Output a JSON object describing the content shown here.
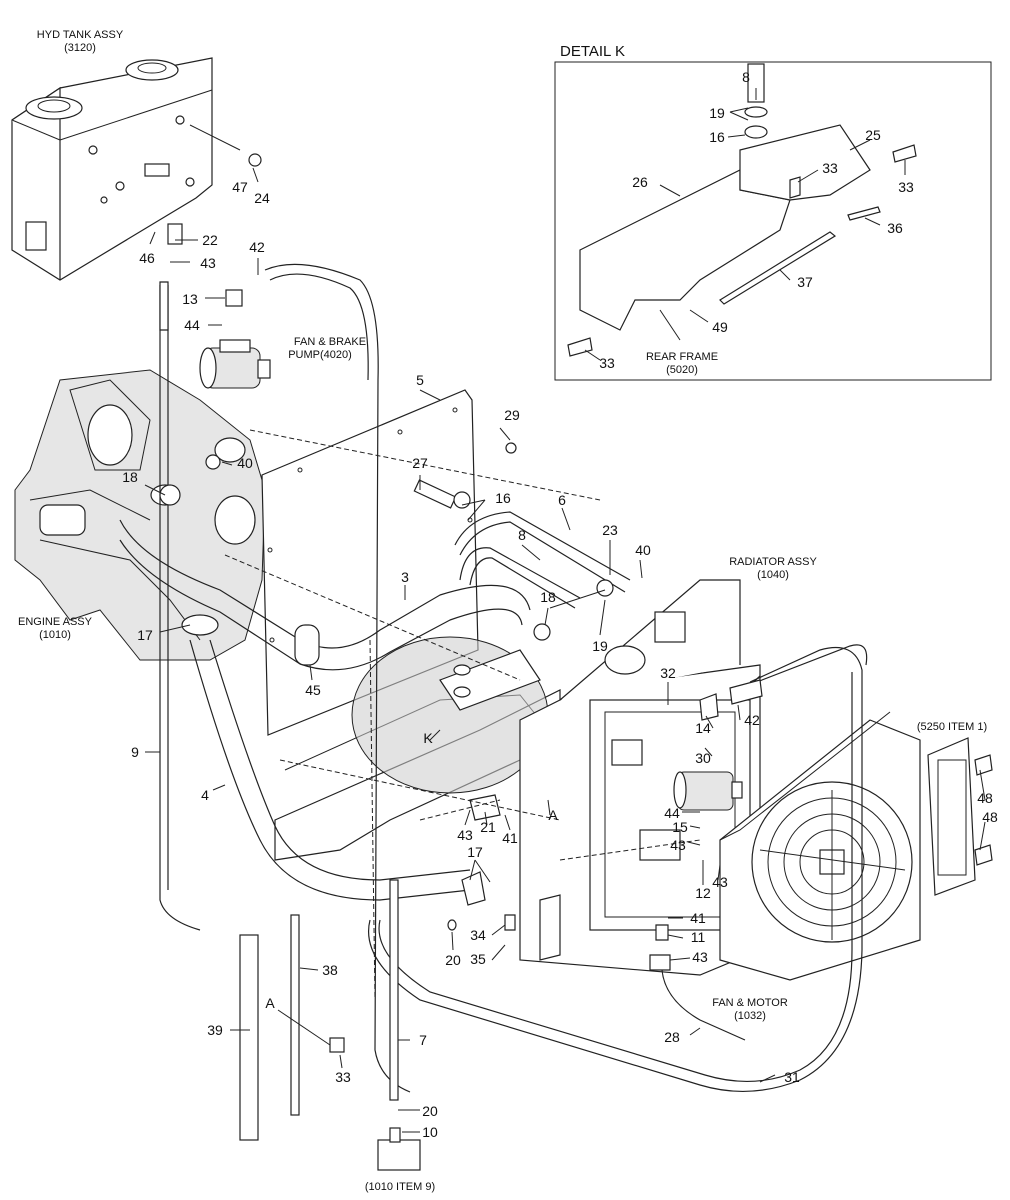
{
  "assemblies": {
    "hyd_tank_title": "HYD TANK ASSY",
    "hyd_tank_code": "(3120)",
    "fan_brake_pump_line1": "FAN & BRAKE",
    "fan_brake_pump_line2": "PUMP(4020)",
    "engine_title": "ENGINE ASSY",
    "engine_code": "(1010)",
    "radiator_title": "RADIATOR ASSY",
    "radiator_code": "(1040)",
    "item5250": "(5250 ITEM 1)",
    "fan_motor_title": "FAN & MOTOR",
    "fan_motor_code": "(1032)",
    "item1010": "(1010 ITEM 9)",
    "rear_frame_title": "REAR FRAME",
    "rear_frame_code": "(5020)",
    "detail_k": "DETAIL K"
  },
  "callouts": {
    "c47": "47",
    "c24": "24",
    "c22": "22",
    "c46": "46",
    "c43a": "43",
    "c42a": "42",
    "c13": "13",
    "c44a": "44",
    "c5": "5",
    "c29": "29",
    "c40a": "40",
    "c18a": "18",
    "c27": "27",
    "c16a": "16",
    "c6": "6",
    "c23": "23",
    "c40b": "40",
    "c8a": "8",
    "c18b": "18",
    "c19a": "19",
    "c3": "3",
    "c17a": "17",
    "c45": "45",
    "c32": "32",
    "c14": "14",
    "c42b": "42",
    "c9": "9",
    "c30": "30",
    "cK": "K",
    "cA1": "A",
    "c4": "4",
    "c43b": "43",
    "c21": "21",
    "c41a": "41",
    "c44b": "44",
    "c15": "15",
    "c43c": "43",
    "c12": "12",
    "c43d": "43",
    "c48a": "48",
    "c48b": "48",
    "c17b": "17",
    "c41b": "41",
    "c11": "11",
    "c34": "34",
    "c35": "35",
    "c20a": "20",
    "c43e": "43",
    "c38": "38",
    "cA2": "A",
    "c39": "39",
    "c33a": "33",
    "c7": "7",
    "c28": "28",
    "c31": "31",
    "c20b": "20",
    "c10": "10",
    "k8": "8",
    "k19": "19",
    "k16": "16",
    "k25": "25",
    "k26": "26",
    "k33a": "33",
    "k33b": "33",
    "k36": "36",
    "k37": "37",
    "k49": "49",
    "k33c": "33"
  }
}
